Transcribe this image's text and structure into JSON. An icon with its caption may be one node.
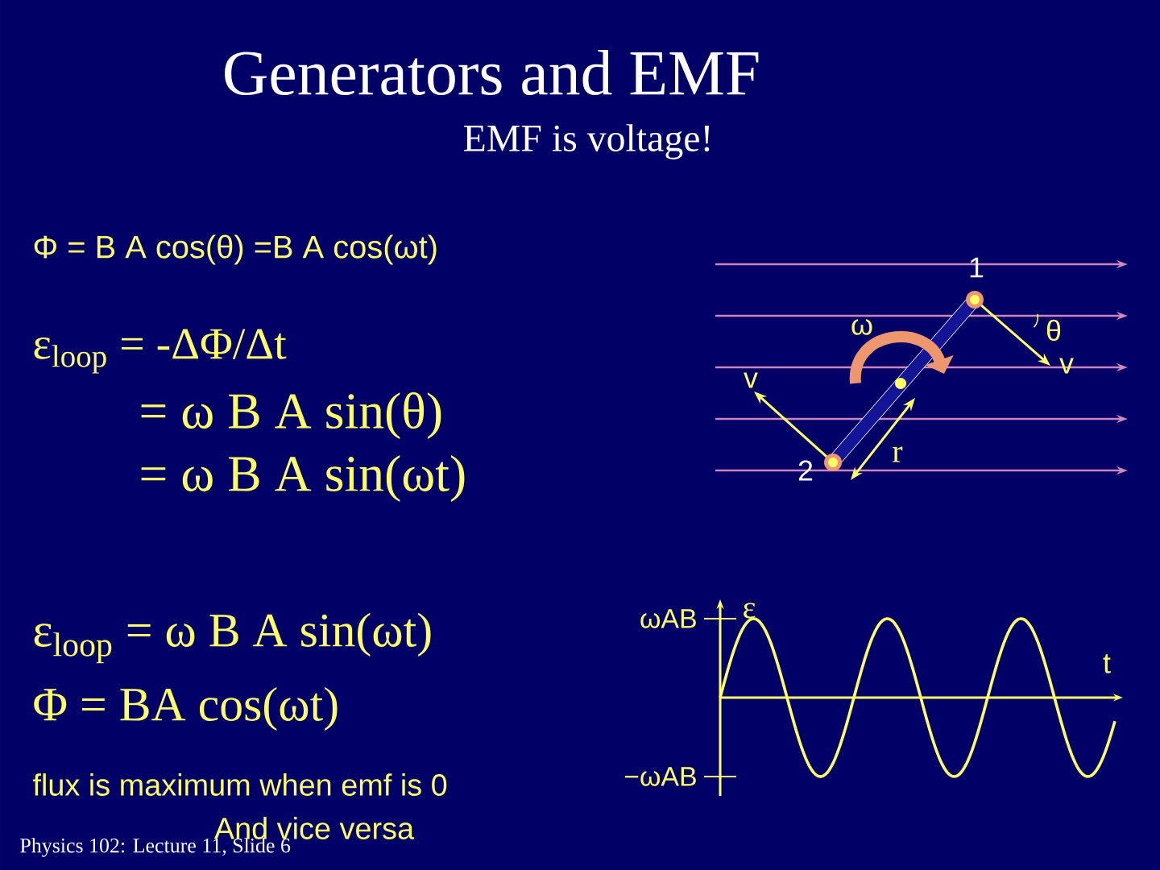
{
  "diagram": {
    "title": "Generators and EMF",
    "labels": [
      "EMF is voltage!",
      "Φ = B A cos(θ) =B A cos(ωt)",
      "ε$_{loop}$ = -ΔΦ/Δt",
      "= ω B A sin(θ)",
      "= ω B A sin(ωt)",
      "1",
      "ω",
      "θ",
      "v",
      "v",
      "r",
      "2",
      "ε$_{loop}$ = ω B A sin(ωt)",
      "Φ   =   BA cos(ωt)",
      "ωAB",
      "ε",
      "t",
      "−ωAB",
      "flux is maximum when emf is 0",
      "And vice versa",
      "Physics 102: Lecture 11, Slide 6"
    ]
  }
}
